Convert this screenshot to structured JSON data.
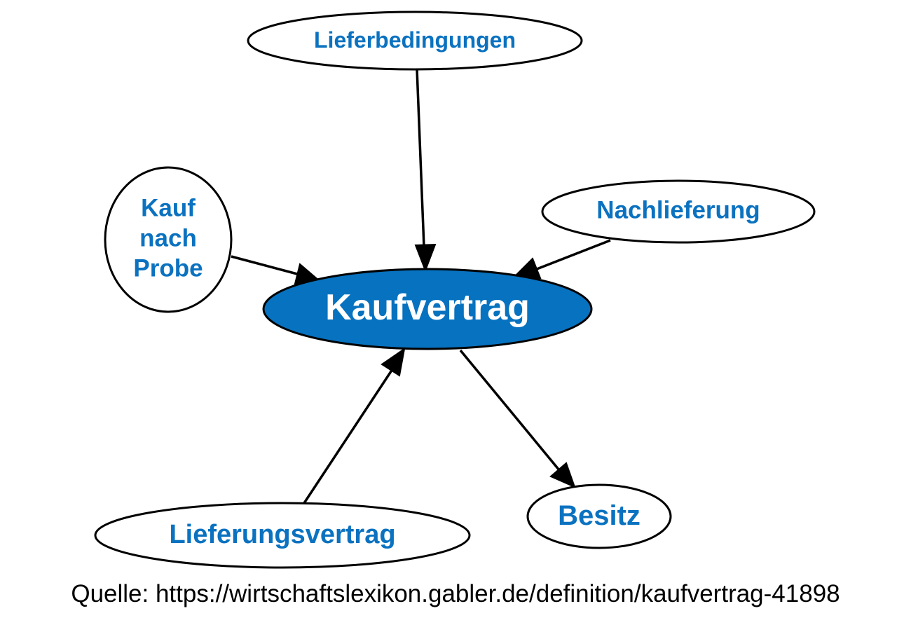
{
  "colors": {
    "accent": "#0772bf",
    "label_blue": "#0b72c0",
    "center_text": "#ffffff",
    "outline": "#000000"
  },
  "nodes": {
    "center": {
      "label": "Kaufvertrag"
    },
    "lieferbedingungen": {
      "label": "Lieferbedingungen"
    },
    "kauf_nach_probe": {
      "lines": [
        "Kauf",
        "nach",
        "Probe"
      ]
    },
    "nachlieferung": {
      "label": "Nachlieferung"
    },
    "lieferungsvertrag": {
      "label": "Lieferungsvertrag"
    },
    "besitz": {
      "label": "Besitz"
    }
  },
  "edges": [
    {
      "from": "Lieferbedingungen",
      "to": "Kaufvertrag"
    },
    {
      "from": "Kauf nach Probe",
      "to": "Kaufvertrag"
    },
    {
      "from": "Nachlieferung",
      "to": "Kaufvertrag"
    },
    {
      "from": "Lieferungsvertrag",
      "to": "Kaufvertrag"
    },
    {
      "from": "Kaufvertrag",
      "to": "Besitz"
    }
  ],
  "source": "Quelle: https://wirtschaftslexikon.gabler.de/definition/kaufvertrag-41898"
}
